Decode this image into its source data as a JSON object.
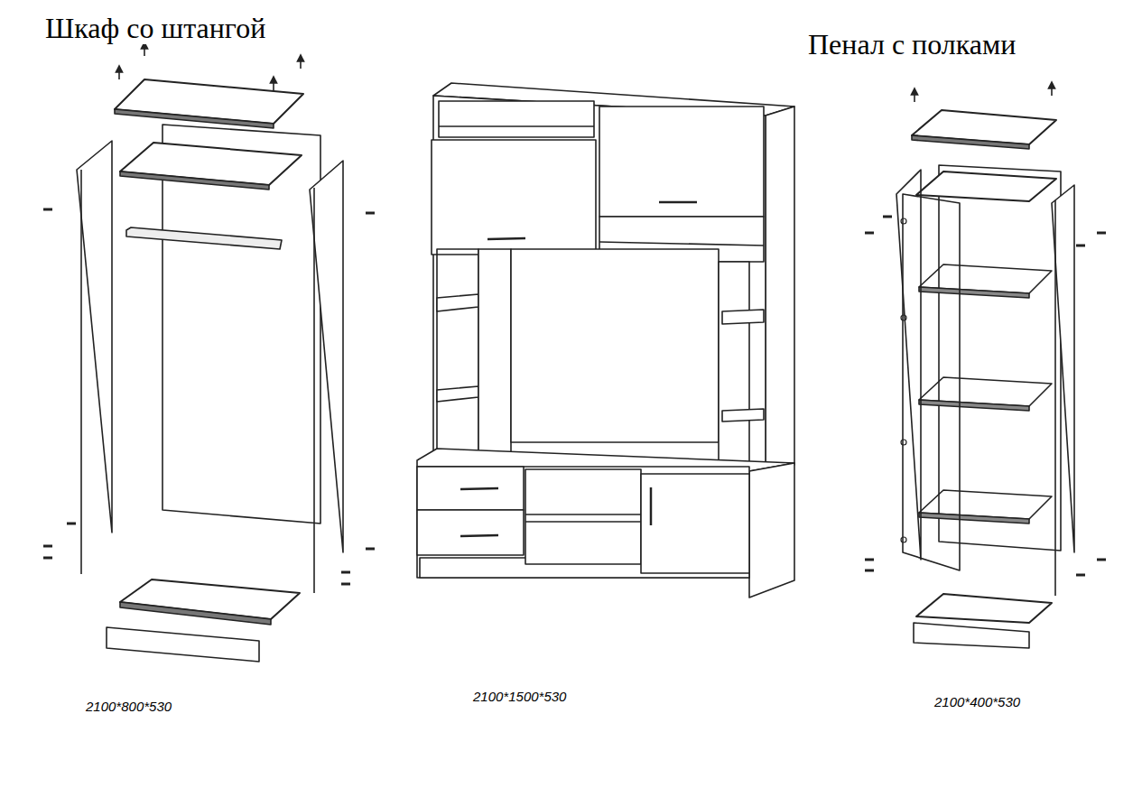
{
  "diagram": {
    "labels": [
      "Шкаф со штангой",
      "Пенал с полками",
      "2100*800*530",
      "2100*1500*530",
      "2100*400*530"
    ]
  }
}
